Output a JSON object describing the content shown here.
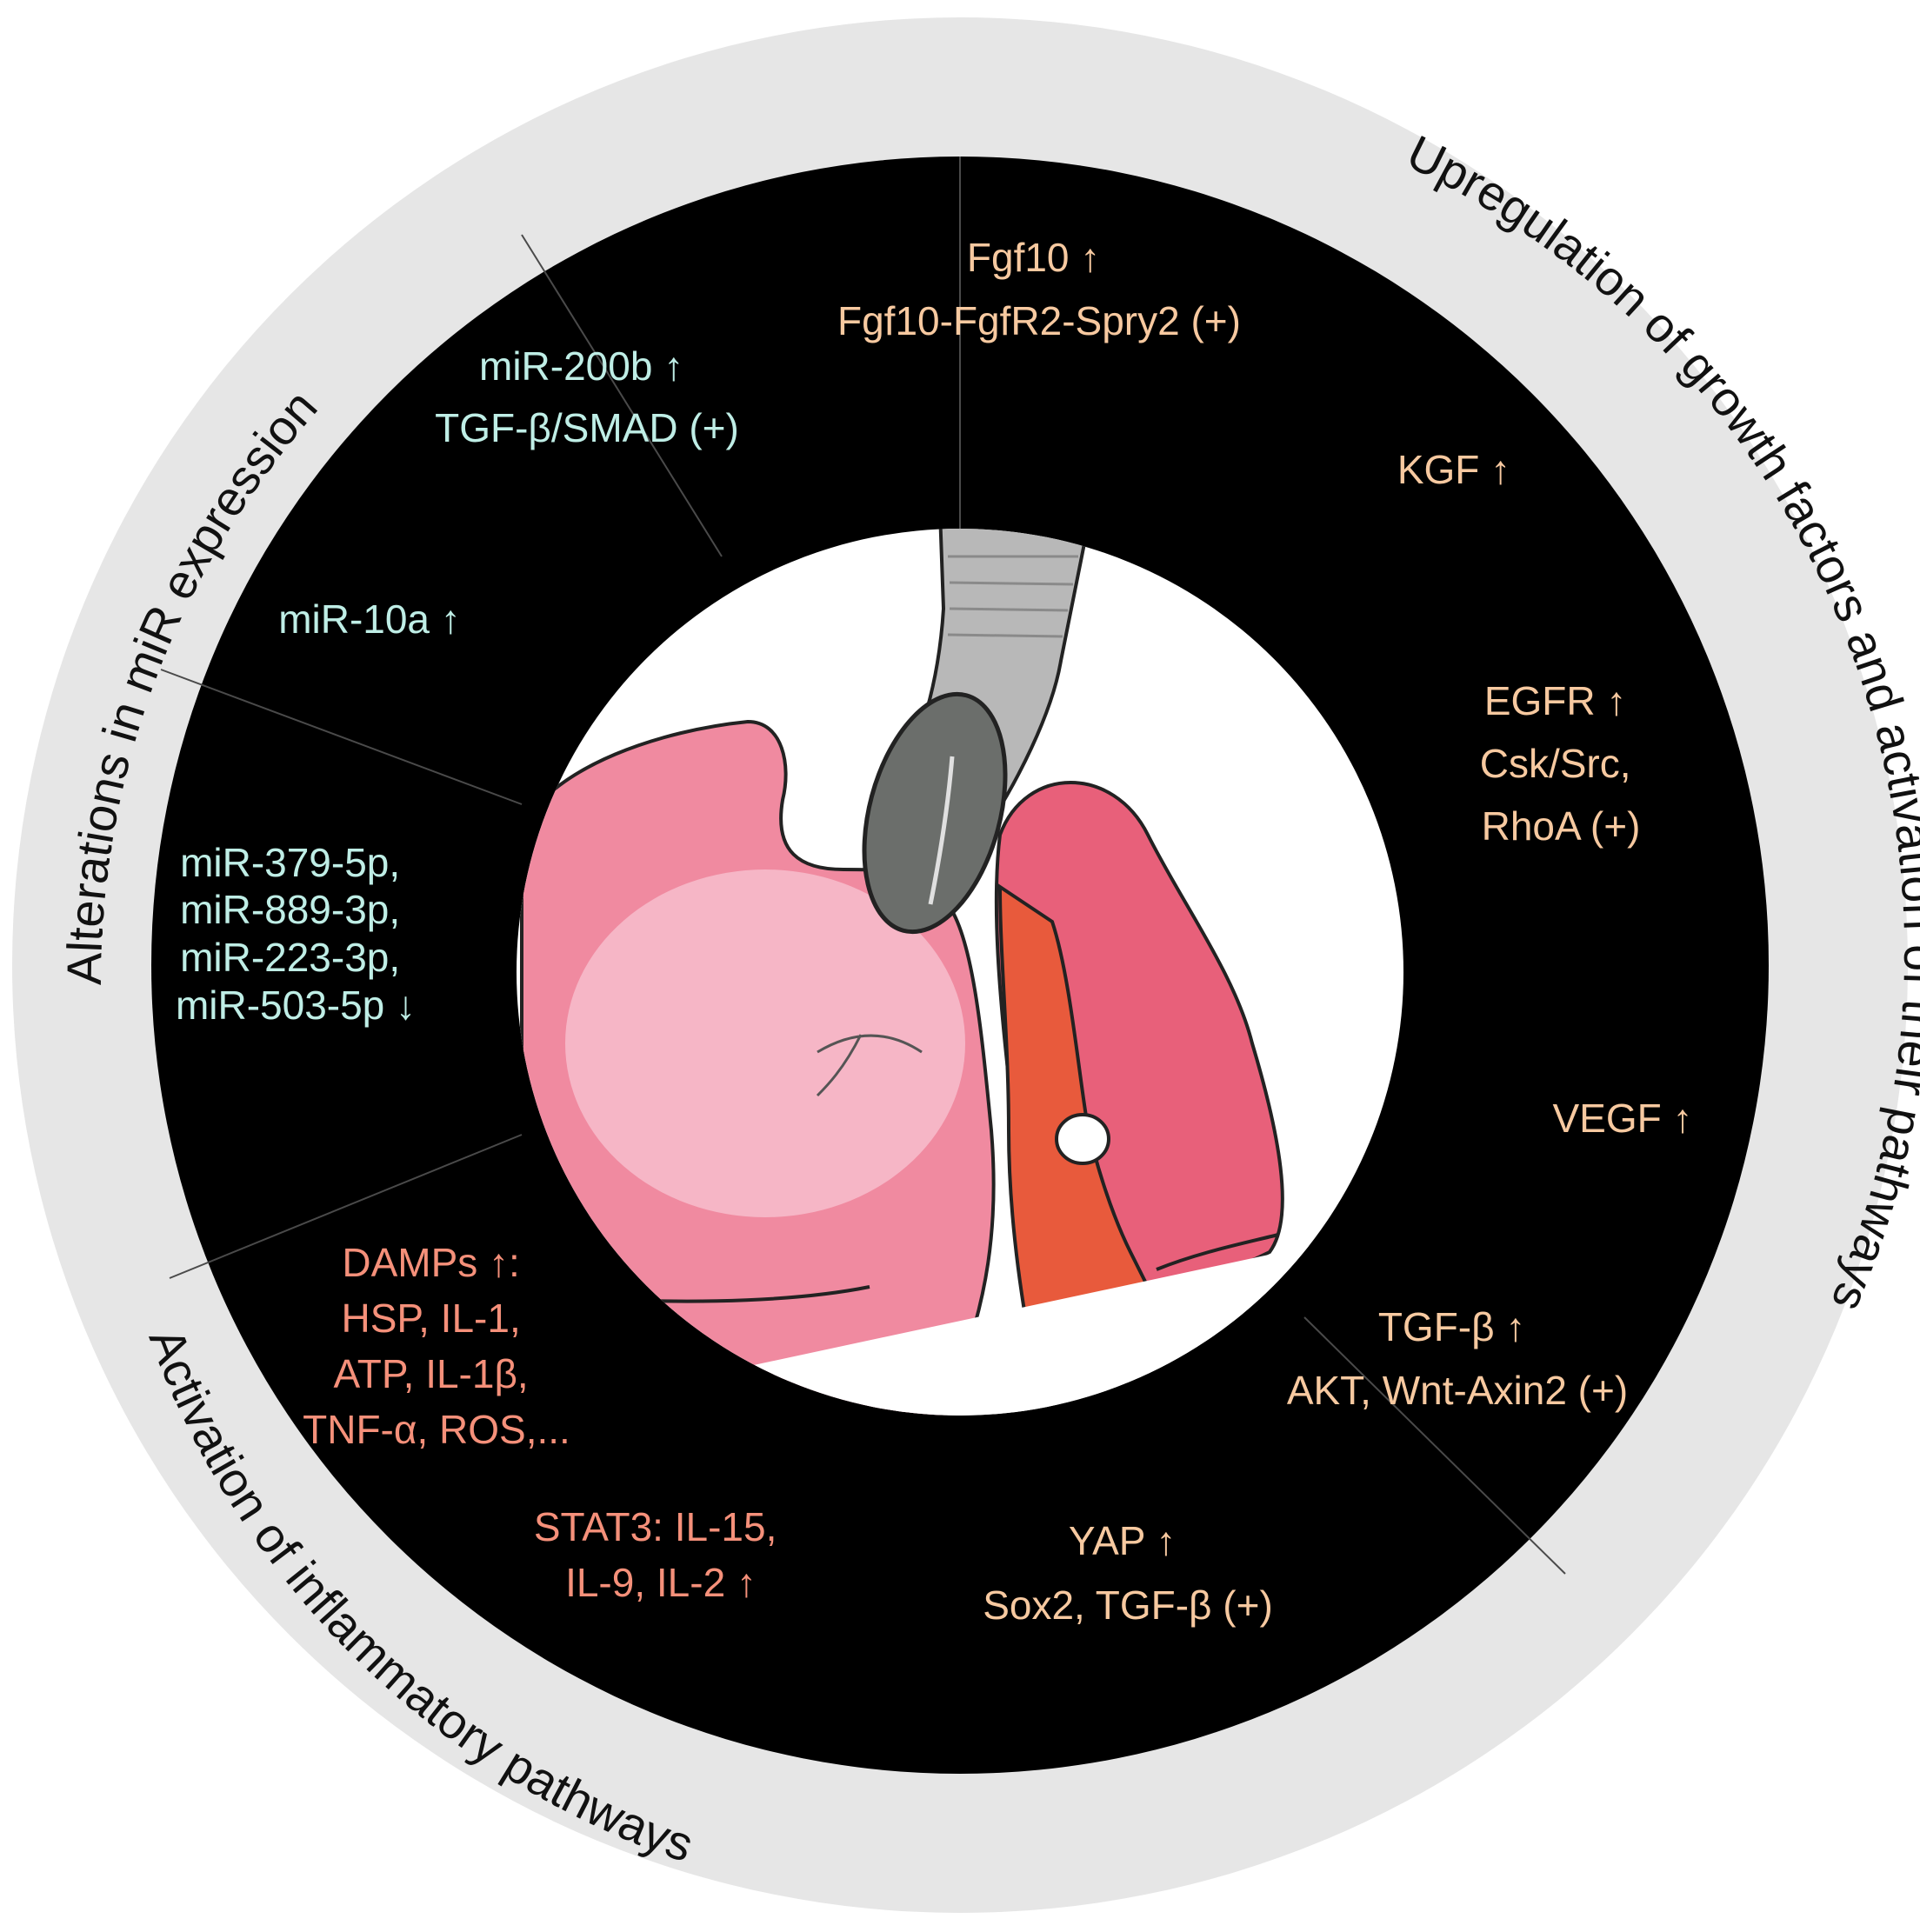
{
  "ring_labels": {
    "growth": "Upregulation of growth factors and activation of their pathways",
    "mir": "Alterations in miR expression",
    "inflammatory": "Activation of inflammatory pathways"
  },
  "colors": {
    "ring": "#e6e6e6",
    "disk": "#000000",
    "growth_text": "#f7c9a0",
    "mir_text": "#bfeee6",
    "inflammatory_text": "#f5907a",
    "lung": "#e8607a",
    "lung_light": "#f4aac0",
    "trachea": "#e85a3c",
    "tube": "#b8b8b8",
    "cuff": "#6b6e6b"
  },
  "growth_factors": [
    {
      "lines": [
        "Fgf10 ↑",
        "Fgf10-FgfR2-Spry2 (+)"
      ]
    },
    {
      "lines": [
        "KGF ↑"
      ]
    },
    {
      "lines": [
        "EGFR ↑",
        "Csk/Src,",
        "RhoA (+)"
      ]
    },
    {
      "lines": [
        "VEGF ↑"
      ]
    },
    {
      "lines": [
        "TGF-β ↑",
        "AKT, Wnt-Axin2 (+)"
      ]
    },
    {
      "lines": [
        "YAP ↑",
        "Sox2, TGF-β (+)"
      ]
    }
  ],
  "mir_items": [
    {
      "lines": [
        "miR-200b ↑",
        "TGF-β/SMAD (+)"
      ]
    },
    {
      "lines": [
        "miR-10a ↑"
      ]
    },
    {
      "lines": [
        "miR-379-5p,",
        "miR-889-3p,",
        "miR-223-3p,",
        "miR-503-5p ↓"
      ]
    }
  ],
  "inflammatory_items": [
    {
      "lines": [
        "DAMPs ↑:",
        "HSP, IL-1,",
        "ATP, IL-1β,",
        "TNF-α, ROS,..."
      ]
    },
    {
      "lines": [
        "STAT3: IL-15,",
        "IL-9, IL-2 ↑"
      ]
    }
  ]
}
